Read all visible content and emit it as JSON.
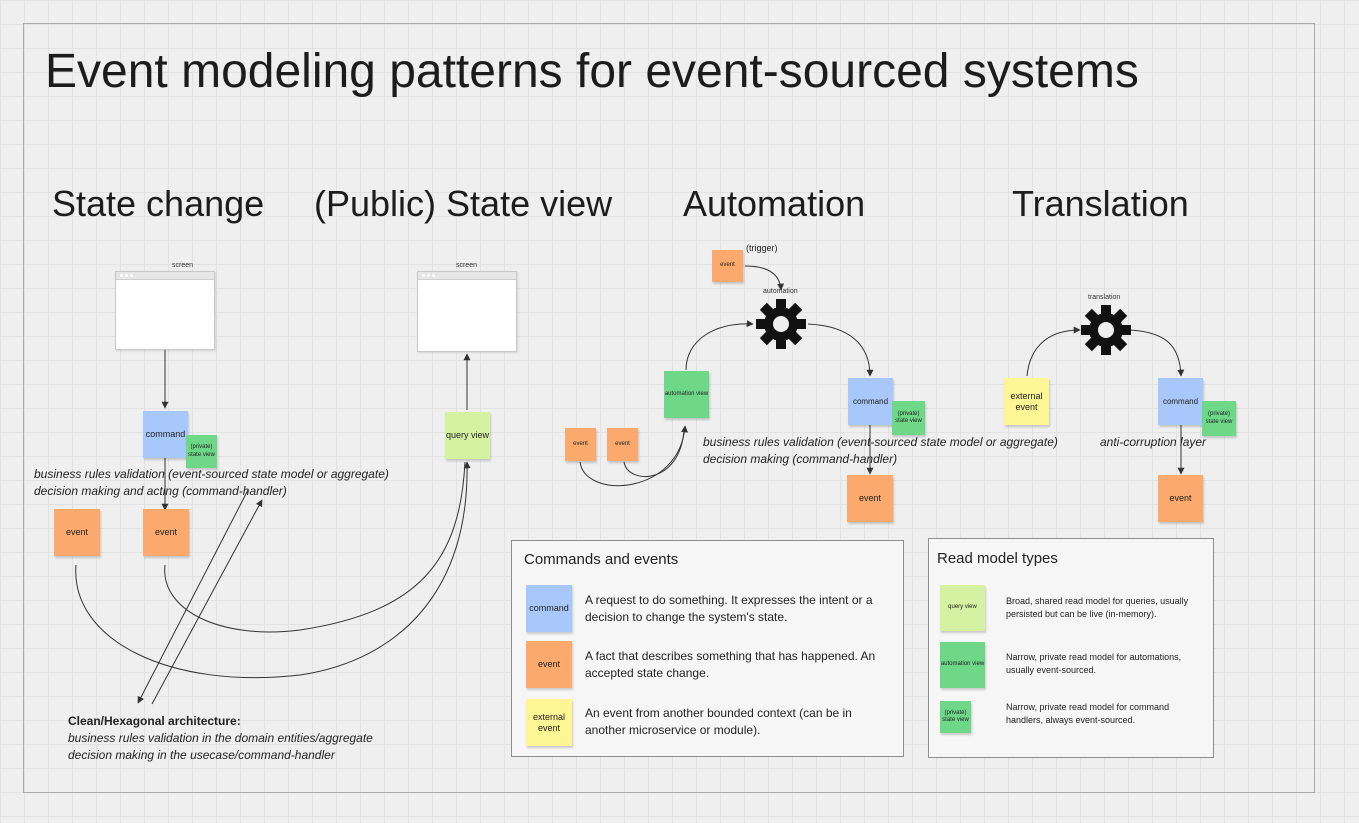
{
  "title": "Event modeling patterns for event-sourced systems",
  "sections": {
    "state_change": "State change",
    "state_view": "(Public) State view",
    "automation": "Automation",
    "translation": "Translation"
  },
  "state_change": {
    "screen_label": "screen",
    "command": "command",
    "private_state_view": "(private) state view",
    "event1": "event",
    "event2": "event",
    "note_line1": "business rules validation (event-sourced state model or aggregate)",
    "note_line2": "decision making and acting (command-handler)",
    "clean_title": "Clean/Hexagonal architecture:",
    "clean_line1": "business rules validation in the domain entities/aggregate",
    "clean_line2": "decision making in the usecase/command-handler"
  },
  "state_view": {
    "screen_label": "screen",
    "query_view": "query view"
  },
  "automation": {
    "trigger_event": "event",
    "trigger_label": "(trigger)",
    "automation_label": "automation",
    "automation_view": "automation view",
    "event_a": "event",
    "event_b": "event",
    "command": "command",
    "private_state_view": "(private) state view",
    "event_out": "event",
    "note_line1": "business rules validation (event-sourced state model or aggregate)",
    "note_line2": "decision making (command-handler)"
  },
  "translation": {
    "translation_label": "translation",
    "external_event": "external event",
    "command": "command",
    "private_state_view": "(private) state view",
    "event_out": "event",
    "note": "anti-corruption layer"
  },
  "legend_commands": {
    "title": "Commands and events",
    "items": [
      {
        "sticky": "command",
        "description": "A request to do something. It expresses the intent or a decision to change the system's state."
      },
      {
        "sticky": "event",
        "description": "A fact that describes something that has happened. An accepted state change."
      },
      {
        "sticky": "external event",
        "description": "An event from another bounded context (can be in another microservice or module)."
      }
    ]
  },
  "legend_read_models": {
    "title": "Read model types",
    "items": [
      {
        "sticky": "query view",
        "description": "Broad, shared read model for queries, usually persisted but can be live (in-memory)."
      },
      {
        "sticky": "automation view",
        "description": "Narrow, private read model for automations, usually event-sourced."
      },
      {
        "sticky": "(private) state view",
        "description": "Narrow, private read model for command handlers, always event-sourced."
      }
    ]
  },
  "colors": {
    "command": "#a8c8fb",
    "event": "#fba96d",
    "query_view": "#d5f2a3",
    "automation_view": "#6fd888",
    "external_event": "#fef594"
  },
  "icons": [
    "gear-icon",
    "window-icon",
    "arrow-icon"
  ]
}
